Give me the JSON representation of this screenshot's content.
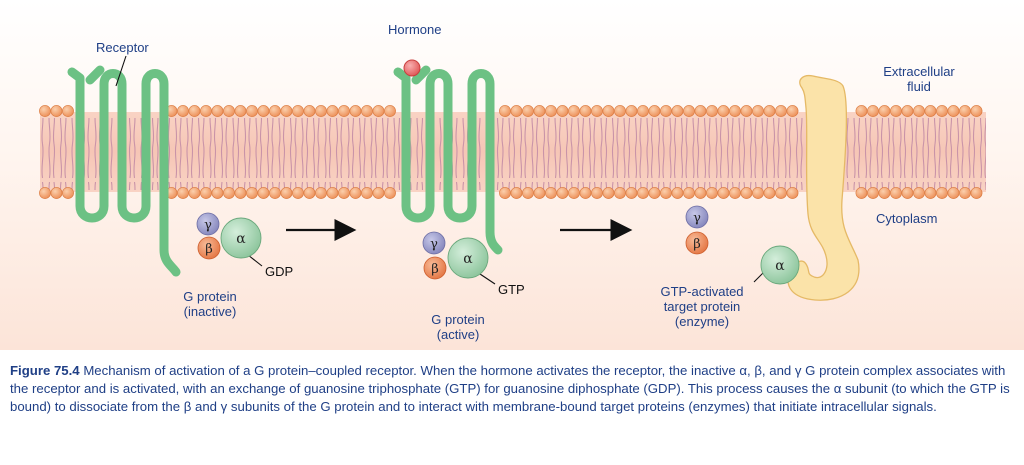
{
  "labels": {
    "receptor": "Receptor",
    "hormone": "Hormone",
    "extracellular_line1": "Extracellular",
    "extracellular_line2": "fluid",
    "cytoplasm": "Cytoplasm",
    "gdp": "GDP",
    "gtp": "GTP",
    "gprotein_inactive_line1": "G protein",
    "gprotein_inactive_line2": "(inactive)",
    "gprotein_active_line1": "G protein",
    "gprotein_active_line2": "(active)",
    "target_line1": "GTP-activated",
    "target_line2": "target protein",
    "target_line3": "(enzyme)"
  },
  "subunits": {
    "alpha": "α",
    "beta": "β",
    "gamma": "γ"
  },
  "colors": {
    "membrane_head": "#f2a068",
    "receptor": "#6cc184",
    "hormone": "#ec6f6f",
    "alpha": "#a6d6b4",
    "beta": "#ee8a5c",
    "gamma": "#9b9ccb",
    "target_protein": "#fbe3a9",
    "label_text": "#1f3f86"
  },
  "caption": {
    "figure_number": "Figure 75.4",
    "text": "Mechanism of activation of a G protein–coupled receptor. When the hormone activates the receptor, the inactive α, β, and γ G protein complex associates with the receptor and is activated, with an exchange of guanosine triphosphate (GTP) for guanosine diphosphate (GDP). This process causes the α subunit (to which the GTP is bound) to dissociate from the β and γ subunits of the G protein and to interact with membrane-bound target proteins (enzymes) that initiate intracellular signals."
  }
}
